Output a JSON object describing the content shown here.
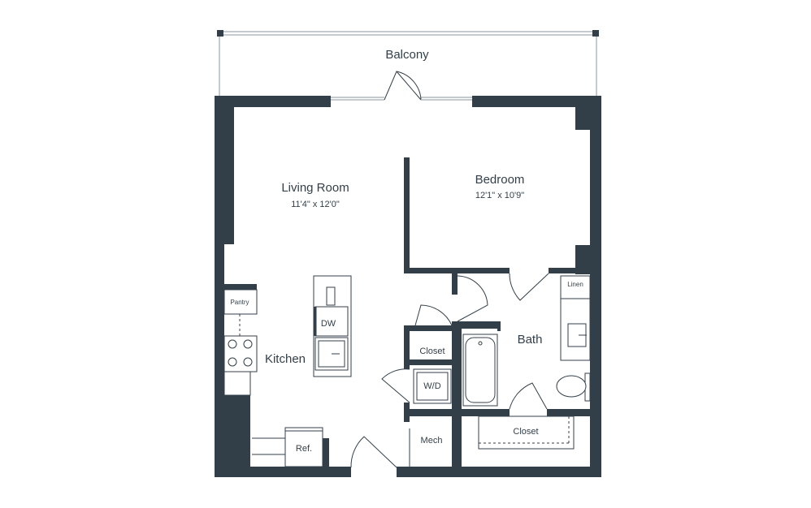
{
  "rooms": {
    "balcony": "Balcony",
    "living_room": "Living Room",
    "living_room_dims": "11'4\" x 12'0\"",
    "bedroom": "Bedroom",
    "bedroom_dims": "12'1\" x 10'9\"",
    "kitchen": "Kitchen",
    "bath": "Bath",
    "pantry": "Pantry",
    "linen": "Linen",
    "dw": "DW",
    "closet_hall": "Closet",
    "closet_bath": "Closet",
    "wd": "W/D",
    "mech": "Mech",
    "ref": "Ref."
  },
  "colors": {
    "wall": "#333f48",
    "background": "#ffffff"
  }
}
